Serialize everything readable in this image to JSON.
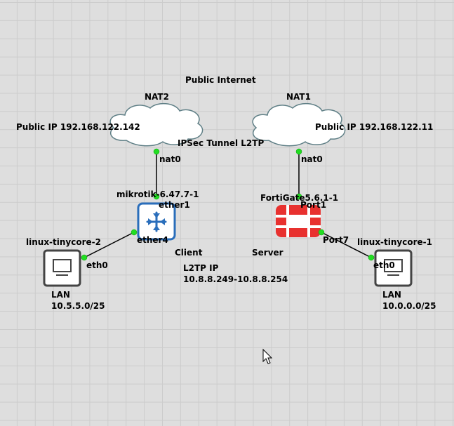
{
  "labels": {
    "public_internet": "Public Internet",
    "nat2": "NAT2",
    "nat1": "NAT1",
    "public_ip_left": "Public IP 192.168.122.142",
    "public_ip_right": "Public IP 192.168.122.11",
    "ipsec_tunnel": "IPSec Tunnel L2TP",
    "nat0_left": "nat0",
    "nat0_right": "nat0",
    "mikrotik": "mikrotik-6.47.7-1",
    "ether1": "ether1",
    "fortigate": "FortiGate5.6.1-1",
    "port1": "Port1",
    "ether4": "ether4",
    "port7": "Port7",
    "linux_tc2": "linux-tinycore-2",
    "linux_tc1": "linux-tinycore-1",
    "eth0_left": "eth0",
    "eth0_right": "eth0",
    "client": "Client",
    "server": "Server",
    "l2tp_ip": "L2TP IP",
    "l2tp_range": "10.8.8.249-10.8.8.254",
    "lan_left": "LAN",
    "lan_left_subnet": "10.5.5.0/25",
    "lan_right": "LAN",
    "lan_right_subnet": "10.0.0.0/25"
  },
  "colors": {
    "link_dot": "#22dd22",
    "router_blue": "#2a6ebb",
    "firewall_red": "#e8312f",
    "cloud_stroke": "#5f7f86"
  },
  "icons": {
    "cloud": "cloud-icon",
    "router": "router-icon",
    "firewall": "firewall-icon",
    "host": "computer-icon",
    "cursor": "mouse-cursor-icon"
  }
}
